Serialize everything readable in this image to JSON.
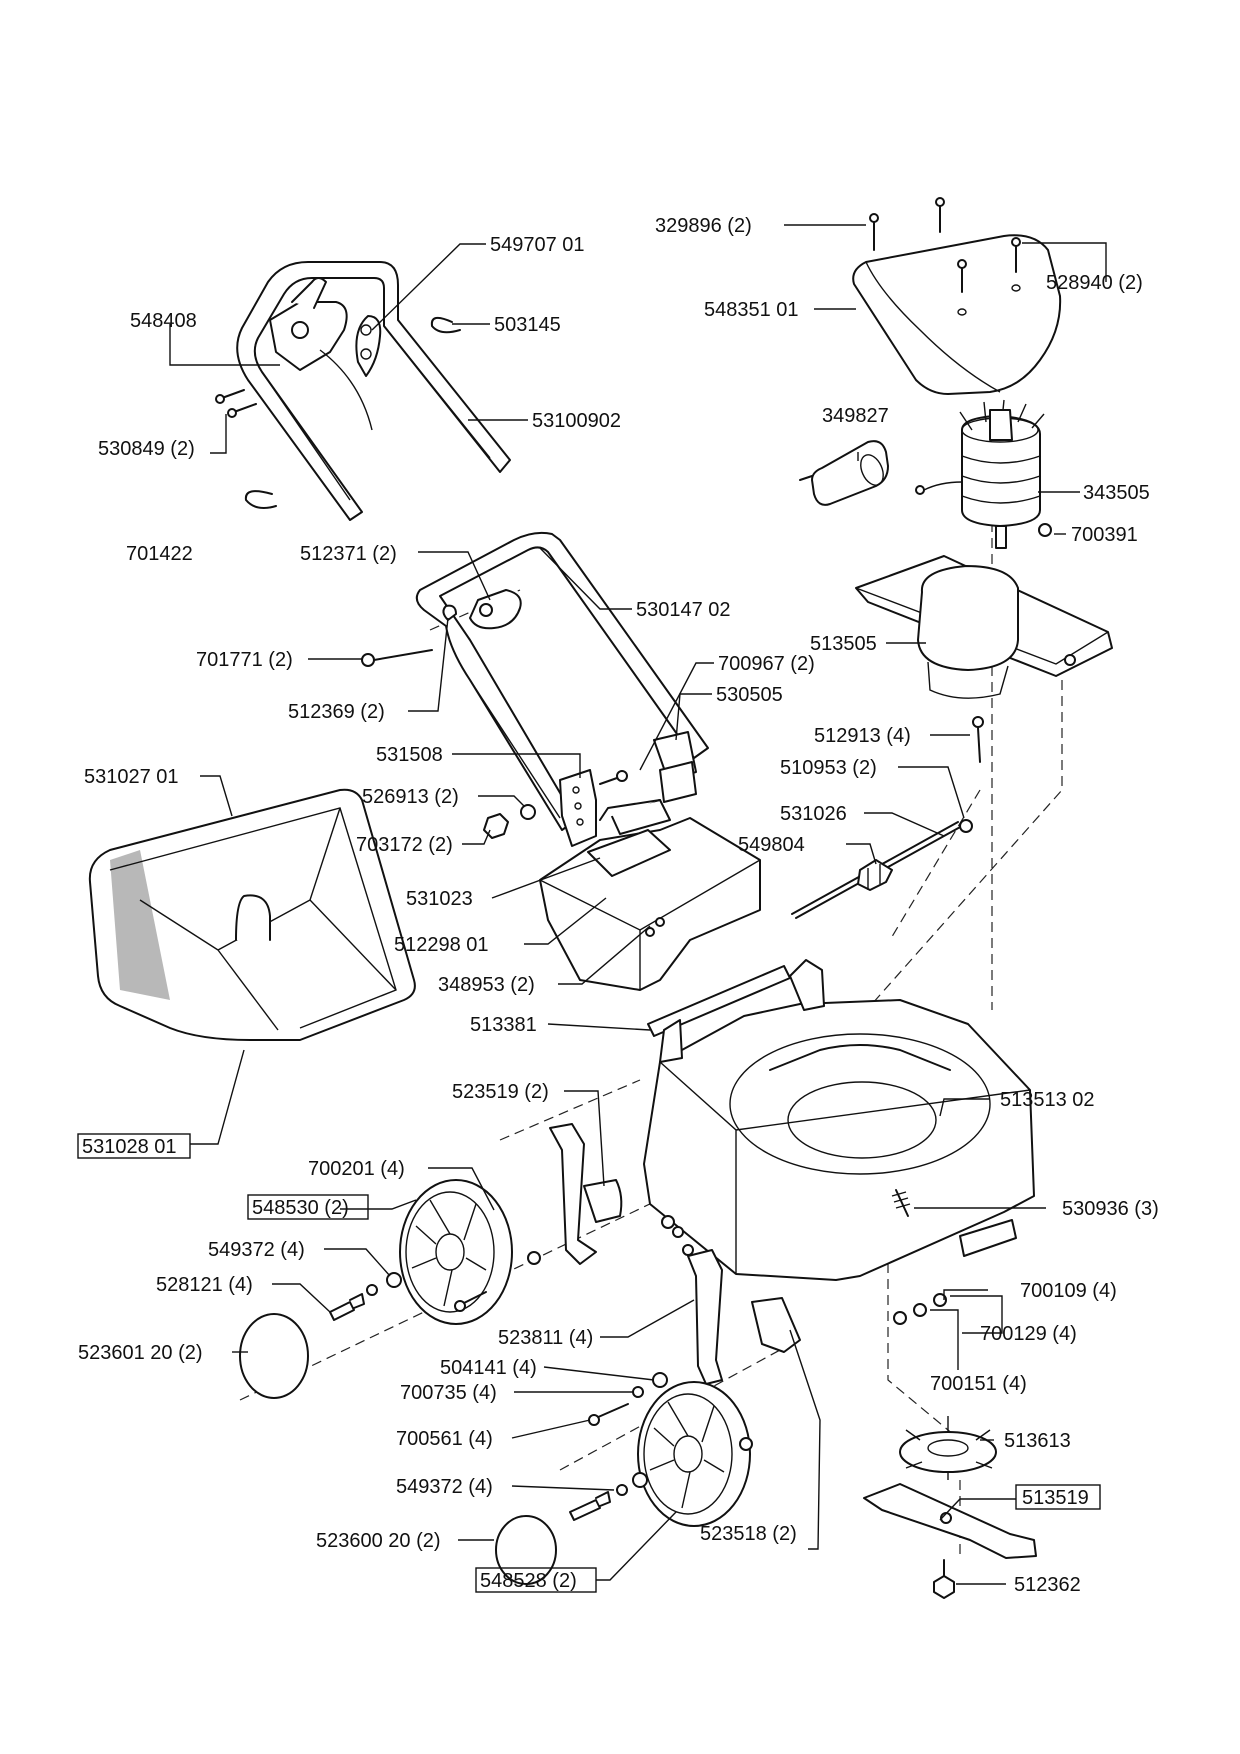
{
  "labels": {
    "p329896": "329896 (2)",
    "p528940": "528940 (2)",
    "p548351": "548351 01",
    "p549707": "549707 01",
    "p503145": "503145",
    "p548408": "548408",
    "p53100902": "53100902",
    "p530849": "530849 (2)",
    "p701422": "701422",
    "p349827": "349827",
    "p343505": "343505",
    "p700391": "700391",
    "p512371": "512371 (2)",
    "p530147": "530147 02",
    "p701771": "701771 (2)",
    "p513505": "513505",
    "p700967": "700967 (2)",
    "p530505": "530505",
    "p512369": "512369 (2)",
    "p512913": "512913 (4)",
    "p531508": "531508",
    "p510953": "510953 (2)",
    "p531027": "531027 01",
    "p526913": "526913 (2)",
    "p531026": "531026",
    "p703172": "703172 (2)",
    "p549804": "549804",
    "p531023": "531023",
    "p512298": "512298 01",
    "p348953": "348953 (2)",
    "p513381": "513381",
    "p523519": "523519 (2)",
    "p513513": "513513 02",
    "p531028": "531028 01",
    "p700201": "700201 (4)",
    "p548530": "548530 (2)",
    "p530936": "530936 (3)",
    "p549372a": "549372 (4)",
    "p700109": "700109 (4)",
    "p528121": "528121 (4)",
    "p700129": "700129 (4)",
    "p523811": "523811 (4)",
    "p523601": "523601 20 (2)",
    "p700151": "700151 (4)",
    "p504141": "504141 (4)",
    "p700735": "700735 (4)",
    "p700561": "700561 (4)",
    "p513613": "513613",
    "p549372b": "549372 (4)",
    "p513519": "513519",
    "p523600": "523600 20 (2)",
    "p523518": "523518 (2)",
    "p512362": "512362",
    "p548528": "548528 (2)"
  }
}
